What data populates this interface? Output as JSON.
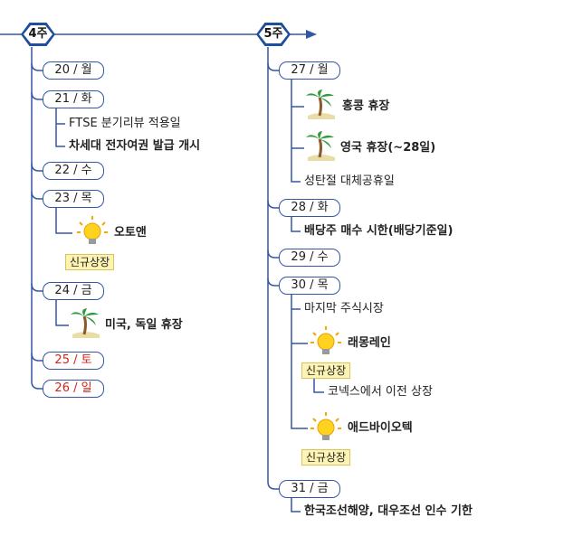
{
  "week4": {
    "label": "4주",
    "days": [
      {
        "label": "20 / 월"
      },
      {
        "label": "21 / 화",
        "events": [
          "FTSE 분기리뷰 적용일",
          "차세대 전자여권 발급 개시"
        ]
      },
      {
        "label": "22 / 수"
      },
      {
        "label": "23 / 목",
        "events": [
          "오토앤"
        ],
        "badge": "신규상장"
      },
      {
        "label": "24 / 금",
        "events": [
          "미국, 독일 휴장"
        ]
      },
      {
        "label": "25 / 토"
      },
      {
        "label": "26 / 일"
      }
    ]
  },
  "week5": {
    "label": "5주",
    "days": [
      {
        "label": "27 / 월",
        "events": [
          "홍콩 휴장",
          "영국 휴장(~28일)",
          "성탄절 대체공휴일"
        ]
      },
      {
        "label": "28 / 화",
        "events": [
          "배당주 매수 시한(배당기준일)"
        ]
      },
      {
        "label": "29 / 수"
      },
      {
        "label": "30 / 목",
        "events": [
          "마지막 주식시장",
          "래몽레인",
          "코넥스에서 이전 상장",
          "애드바이오텍"
        ],
        "badges": [
          "신규상장",
          "신규상장"
        ]
      },
      {
        "label": "31 / 금",
        "events": [
          "한국조선해양, 대우조선 인수 기한"
        ]
      }
    ]
  },
  "colors": {
    "line": "#3556a6",
    "weekend": "#d0241c",
    "badge_bg": "#fdf3b2"
  },
  "icons": [
    "palm-tree-icon",
    "lightbulb-icon"
  ]
}
